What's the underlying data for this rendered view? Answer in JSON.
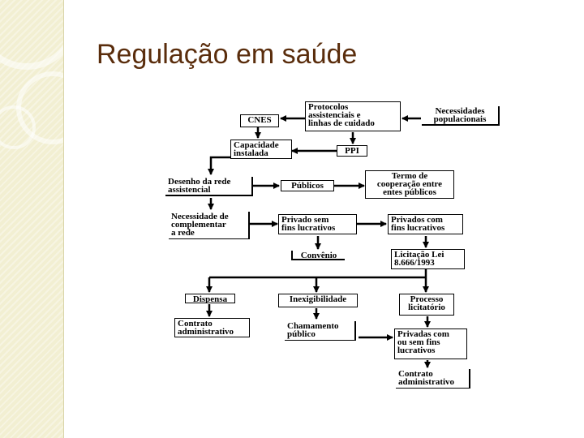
{
  "slide": {
    "title": "Regulação em saúde"
  },
  "diagram": {
    "boxes": {
      "cnes": "CNES",
      "protocolos": "Protocolos\nassistenciais e\nlinhas de cuidado",
      "necessidades_populacionais": "Necessidades\npopulacionais",
      "capacidade_instalada": "Capacidade\ninstalada",
      "ppi": "PPI",
      "desenho_rede": "Desenho da rede\nassistencial",
      "publicos": "Públicos",
      "termo_cooperacao": "Termo de\ncooperação entre\nentes públicos",
      "necessidade_complementar": "Necessidade de\ncomplementar\na rede",
      "privado_sem_fins": "Privado sem\nfins lucrativos",
      "privados_com_fins": "Privados com\nfins lucrativos",
      "convenio": "Convênio",
      "licitacao_lei": "Licitação Lei\n8.666/1993",
      "dispensa": "Dispensa",
      "inexigibilidade": "Inexigibilidade",
      "processo_licitatorio": "Processo\nlicitatório",
      "contrato_administrativo_1": "Contrato\nadministrativo",
      "chamamento_publico": "Chamamento\npúblico",
      "privadas_com_ou_sem": "Privadas com\nou sem fins\nlucrativos",
      "contrato_administrativo_2": "Contrato\nadministrativo"
    }
  }
}
